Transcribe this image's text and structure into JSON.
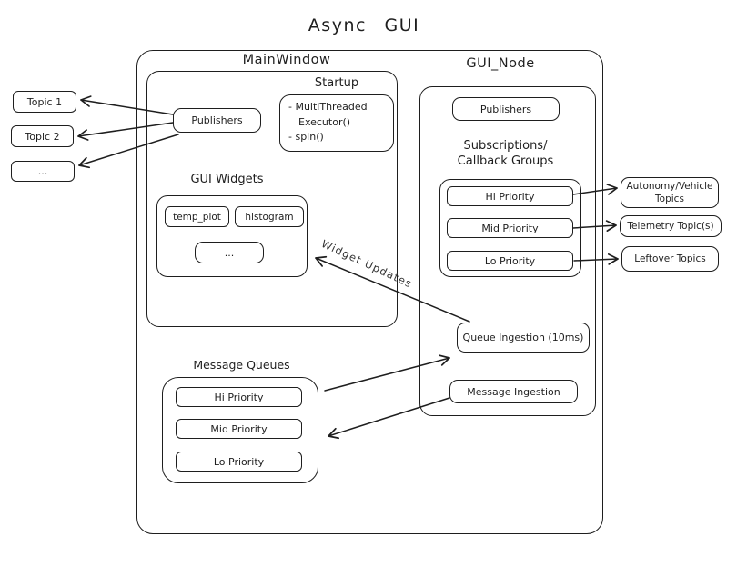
{
  "title": "Async GUI",
  "colors": {
    "stroke": "#1e1e1e",
    "background": "#ffffff"
  },
  "main_window": {
    "label": "MainWindow",
    "publishers_label": "Publishers",
    "startup": {
      "label": "Startup",
      "line1": "- MultiThreaded",
      "line2": "Executor()",
      "line3": "- spin()"
    },
    "gui_widgets": {
      "label": "GUI Widgets",
      "items": [
        "temp_plot",
        "histogram",
        "..."
      ]
    }
  },
  "gui_node": {
    "label": "GUI_Node",
    "publishers_label": "Publishers",
    "subscriptions": {
      "label_line1": "Subscriptions/",
      "label_line2": "Callback Groups",
      "items": [
        "Hi Priority",
        "Mid Priority",
        "Lo Priority"
      ]
    },
    "queue_ingestion_label": "Queue Ingestion (10ms)",
    "message_ingestion_label": "Message Ingestion"
  },
  "left_topics": [
    "Topic 1",
    "Topic 2",
    "..."
  ],
  "right_topics": [
    "Autonomy/Vehicle Topics",
    "Telemetry Topic(s)",
    "Leftover Topics"
  ],
  "message_queues": {
    "label": "Message Queues",
    "items": [
      "Hi Priority",
      "Mid Priority",
      "Lo Priority"
    ]
  },
  "arrow_labels": {
    "widget_updates": "Widget Updates"
  }
}
